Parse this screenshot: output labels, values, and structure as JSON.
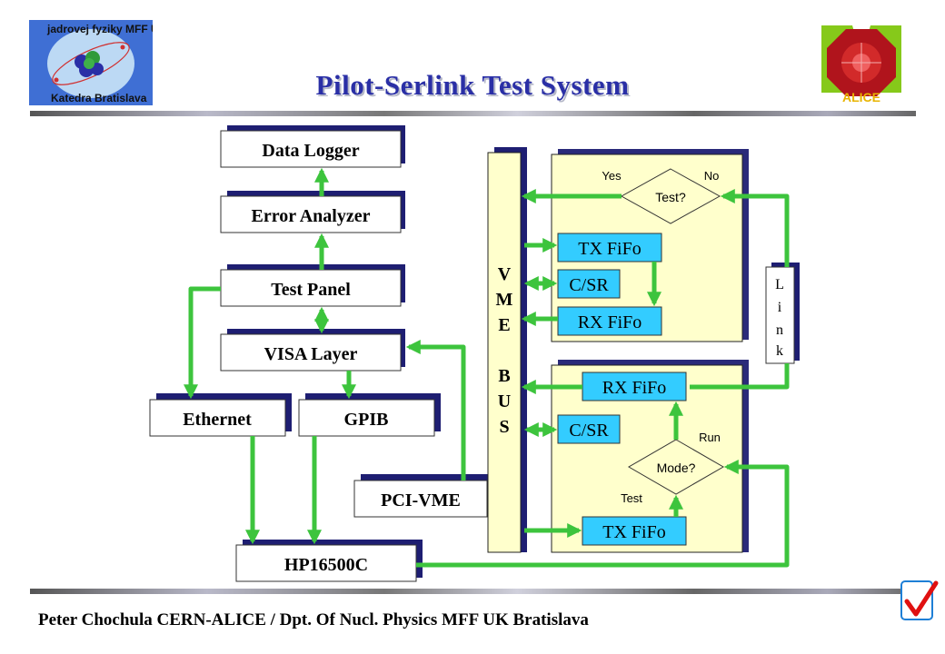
{
  "title": "Pilot-Serlink Test System",
  "footer": "Peter Chochula   CERN-ALICE / Dpt. Of Nucl. Physics MFF UK Bratislava",
  "logo_left": {
    "arc_text_top": "jadrovej  fyziky  MFF UK",
    "arc_text_bottom": "Katedra   Bratislava"
  },
  "logo_right": {
    "text": "ALICE"
  },
  "boxes": {
    "data_logger": "Data Logger",
    "error_analyzer": "Error Analyzer",
    "test_panel": "Test Panel",
    "visa_layer": "VISA Layer",
    "ethernet": "Ethernet",
    "gpib": "GPIB",
    "pci_vme": "PCI-VME",
    "hp16500c": "HP16500C"
  },
  "vme_bus": [
    "V",
    "M",
    "E",
    "",
    "B",
    "U",
    "S"
  ],
  "link": [
    "L",
    "i",
    "n",
    "k"
  ],
  "upper_panel": {
    "decision": "Test?",
    "yes": "Yes",
    "no": "No",
    "tx_fifo": "TX FiFo",
    "c_sr": "C/SR",
    "rx_fifo": "RX FiFo"
  },
  "lower_panel": {
    "rx_fifo": "RX FiFo",
    "c_sr": "C/SR",
    "decision": "Mode?",
    "run": "Run",
    "test": "Test",
    "tx_fifo": "TX FiFo"
  },
  "colors": {
    "title": "#2a2fa6",
    "arrow": "#3dc43d",
    "fifo_fill": "#33ccff",
    "panel_fill": "#ffffcc",
    "box_fill": "#ffffff",
    "box_shadow": "#1e1e72"
  }
}
